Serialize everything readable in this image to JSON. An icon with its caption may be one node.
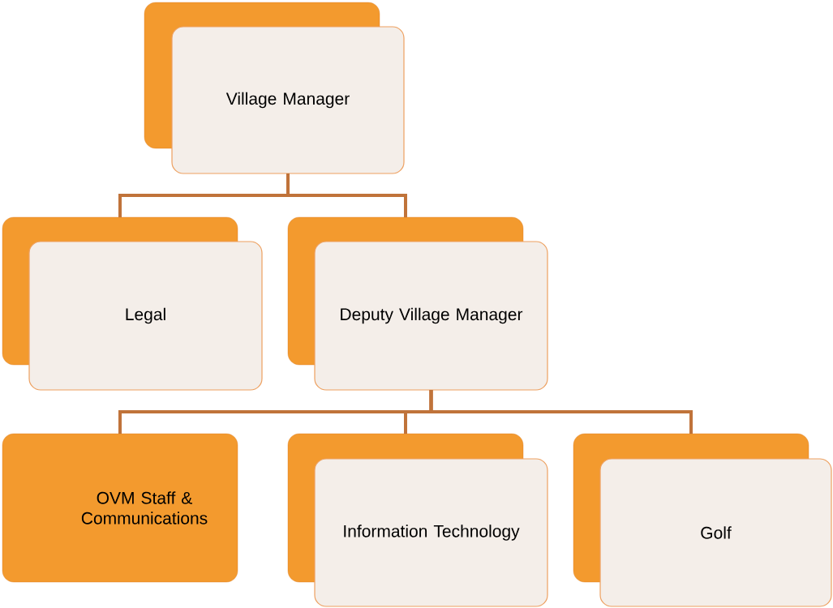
{
  "diagram": {
    "nodes": [
      {
        "text": [
          "Village Manager"
        ]
      },
      {
        "text": [
          "Legal"
        ]
      },
      {
        "text": [
          "Deputy Village Manager"
        ]
      },
      {
        "text": [
          "OVM Staff & Communications"
        ]
      },
      {
        "text": [
          "Information Technology"
        ]
      },
      {
        "text": [
          "Golf"
        ]
      }
    ],
    "edges": [
      {
        "from": 0,
        "to": 1,
        "arrow": "none"
      },
      {
        "from": 0,
        "to": 2,
        "arrow": "none"
      },
      {
        "from": 2,
        "to": 3,
        "arrow": "none"
      },
      {
        "from": 2,
        "to": 4,
        "arrow": "none"
      },
      {
        "from": 2,
        "to": 5,
        "arrow": "none"
      }
    ]
  }
}
